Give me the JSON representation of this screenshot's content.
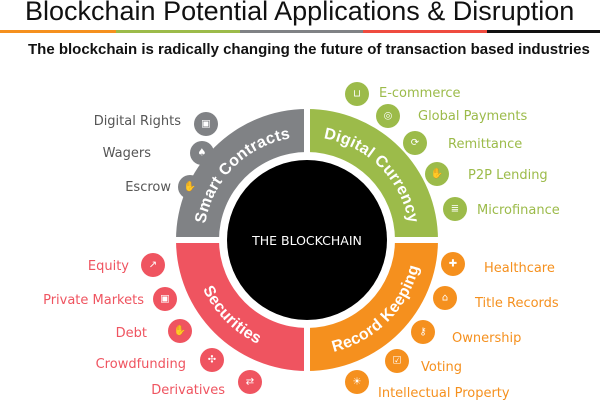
{
  "title": "Blockchain Potential Applications & Disruption",
  "subtitle": "The blockchain is radically changing the future of transaction based industries",
  "header_bar_colors": [
    "#f5901e",
    "#9cbb4a",
    "#808285",
    "#ef4b3f",
    "#111111"
  ],
  "center_label": "THE BLOCKCHAIN",
  "segments": {
    "smart_contracts": {
      "label": "Smart Contracts",
      "color": "#808285",
      "items": [
        {
          "label": "Digital Rights",
          "icon": "lock-icon"
        },
        {
          "label": "Wagers",
          "icon": "card-suits-icon"
        },
        {
          "label": "Escrow",
          "icon": "handshake-icon"
        }
      ]
    },
    "digital_currency": {
      "label": "Digital Currency",
      "color": "#9cbb4a",
      "items": [
        {
          "label": "E-commerce",
          "icon": "shopping-cart-icon"
        },
        {
          "label": "Global Payments",
          "icon": "globe-icon"
        },
        {
          "label": "Remittance",
          "icon": "remittance-icon"
        },
        {
          "label": "P2P Lending",
          "icon": "hand-coin-icon"
        },
        {
          "label": "Microfinance",
          "icon": "coins-icon"
        }
      ]
    },
    "securities": {
      "label": "Securities",
      "color": "#ef5460",
      "items": [
        {
          "label": "Equity",
          "icon": "chart-icon"
        },
        {
          "label": "Private Markets",
          "icon": "lock-icon"
        },
        {
          "label": "Debt",
          "icon": "hand-coin-icon"
        },
        {
          "label": "Crowdfunding",
          "icon": "people-network-icon"
        },
        {
          "label": "Derivatives",
          "icon": "exchange-arrows-icon"
        }
      ]
    },
    "record_keeping": {
      "label": "Record Keeping",
      "color": "#f5901e",
      "items": [
        {
          "label": "Healthcare",
          "icon": "medical-folder-icon"
        },
        {
          "label": "Title Records",
          "icon": "house-icon"
        },
        {
          "label": "Ownership",
          "icon": "key-icon"
        },
        {
          "label": "Voting",
          "icon": "ballot-box-icon"
        },
        {
          "label": "Intellectual Property",
          "icon": "lightbulb-icon"
        }
      ]
    }
  }
}
